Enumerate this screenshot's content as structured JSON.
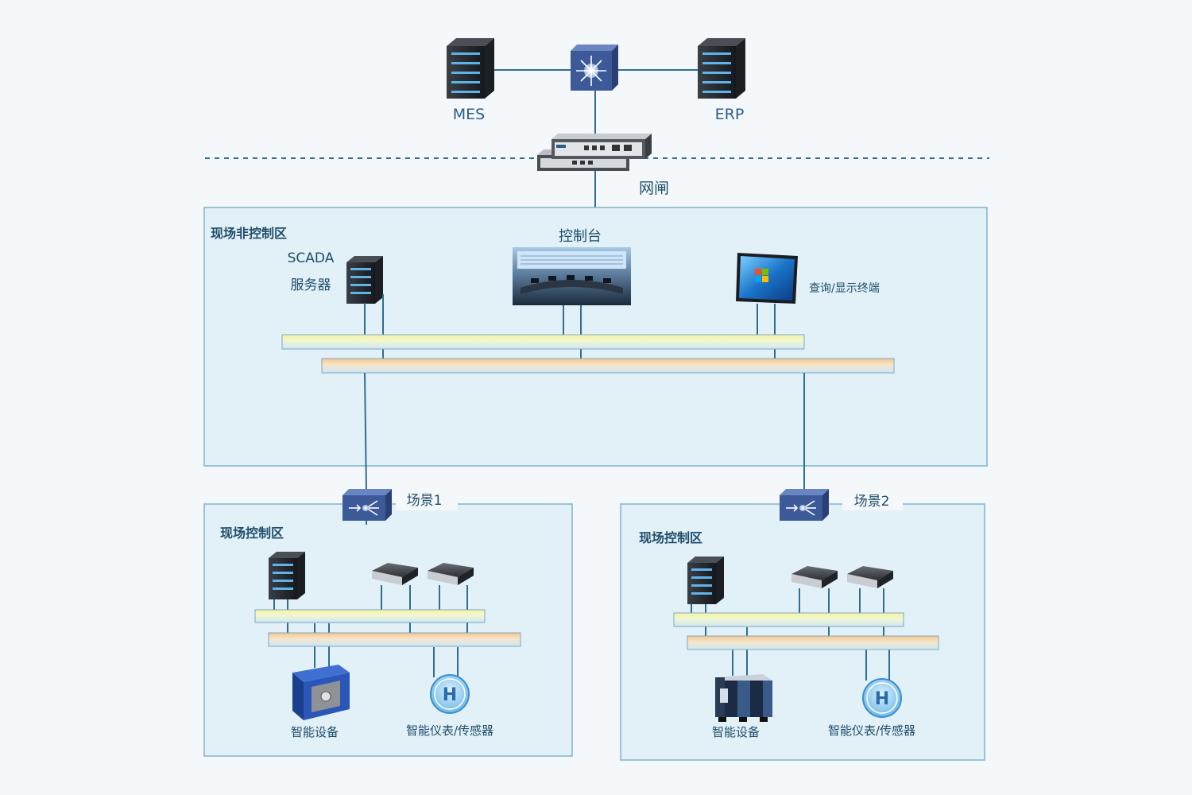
{
  "top": {
    "mes_label": "MES",
    "erp_label": "ERP",
    "gateway_label": "网闸"
  },
  "monitor_zone": {
    "title": "现场非控制区",
    "scada_label_line1": "SCADA",
    "scada_label_line2": "服务器",
    "console_label": "控制台",
    "terminal_label": "查询/显示终端"
  },
  "scene1": {
    "switch_label": "场景1",
    "zone_title": "现场控制区",
    "device_label": "智能设备",
    "sensor_label": "智能仪表/传感器",
    "sensor_glyph": "H"
  },
  "scene2": {
    "switch_label": "场景2",
    "zone_title": "现场控制区",
    "device_label": "智能设备",
    "sensor_label": "智能仪表/传感器",
    "sensor_glyph": "H"
  },
  "colors": {
    "zone_fill": "#e2f0f8",
    "zone_border": "#7fb2cf",
    "line": "#2f6e93",
    "text_dark": "#1f4e6a",
    "label_blue": "#2d5d86",
    "switch_fill": "#3c5a98"
  },
  "icons": {
    "server": "server-tower-icon",
    "switch": "network-switch-icon",
    "gateway": "rack-gateway-icon",
    "plc": "plc-box-icon",
    "sensor": "sensor-h-icon",
    "console": "control-room-screen-icon",
    "terminal": "desktop-monitor-icon"
  }
}
